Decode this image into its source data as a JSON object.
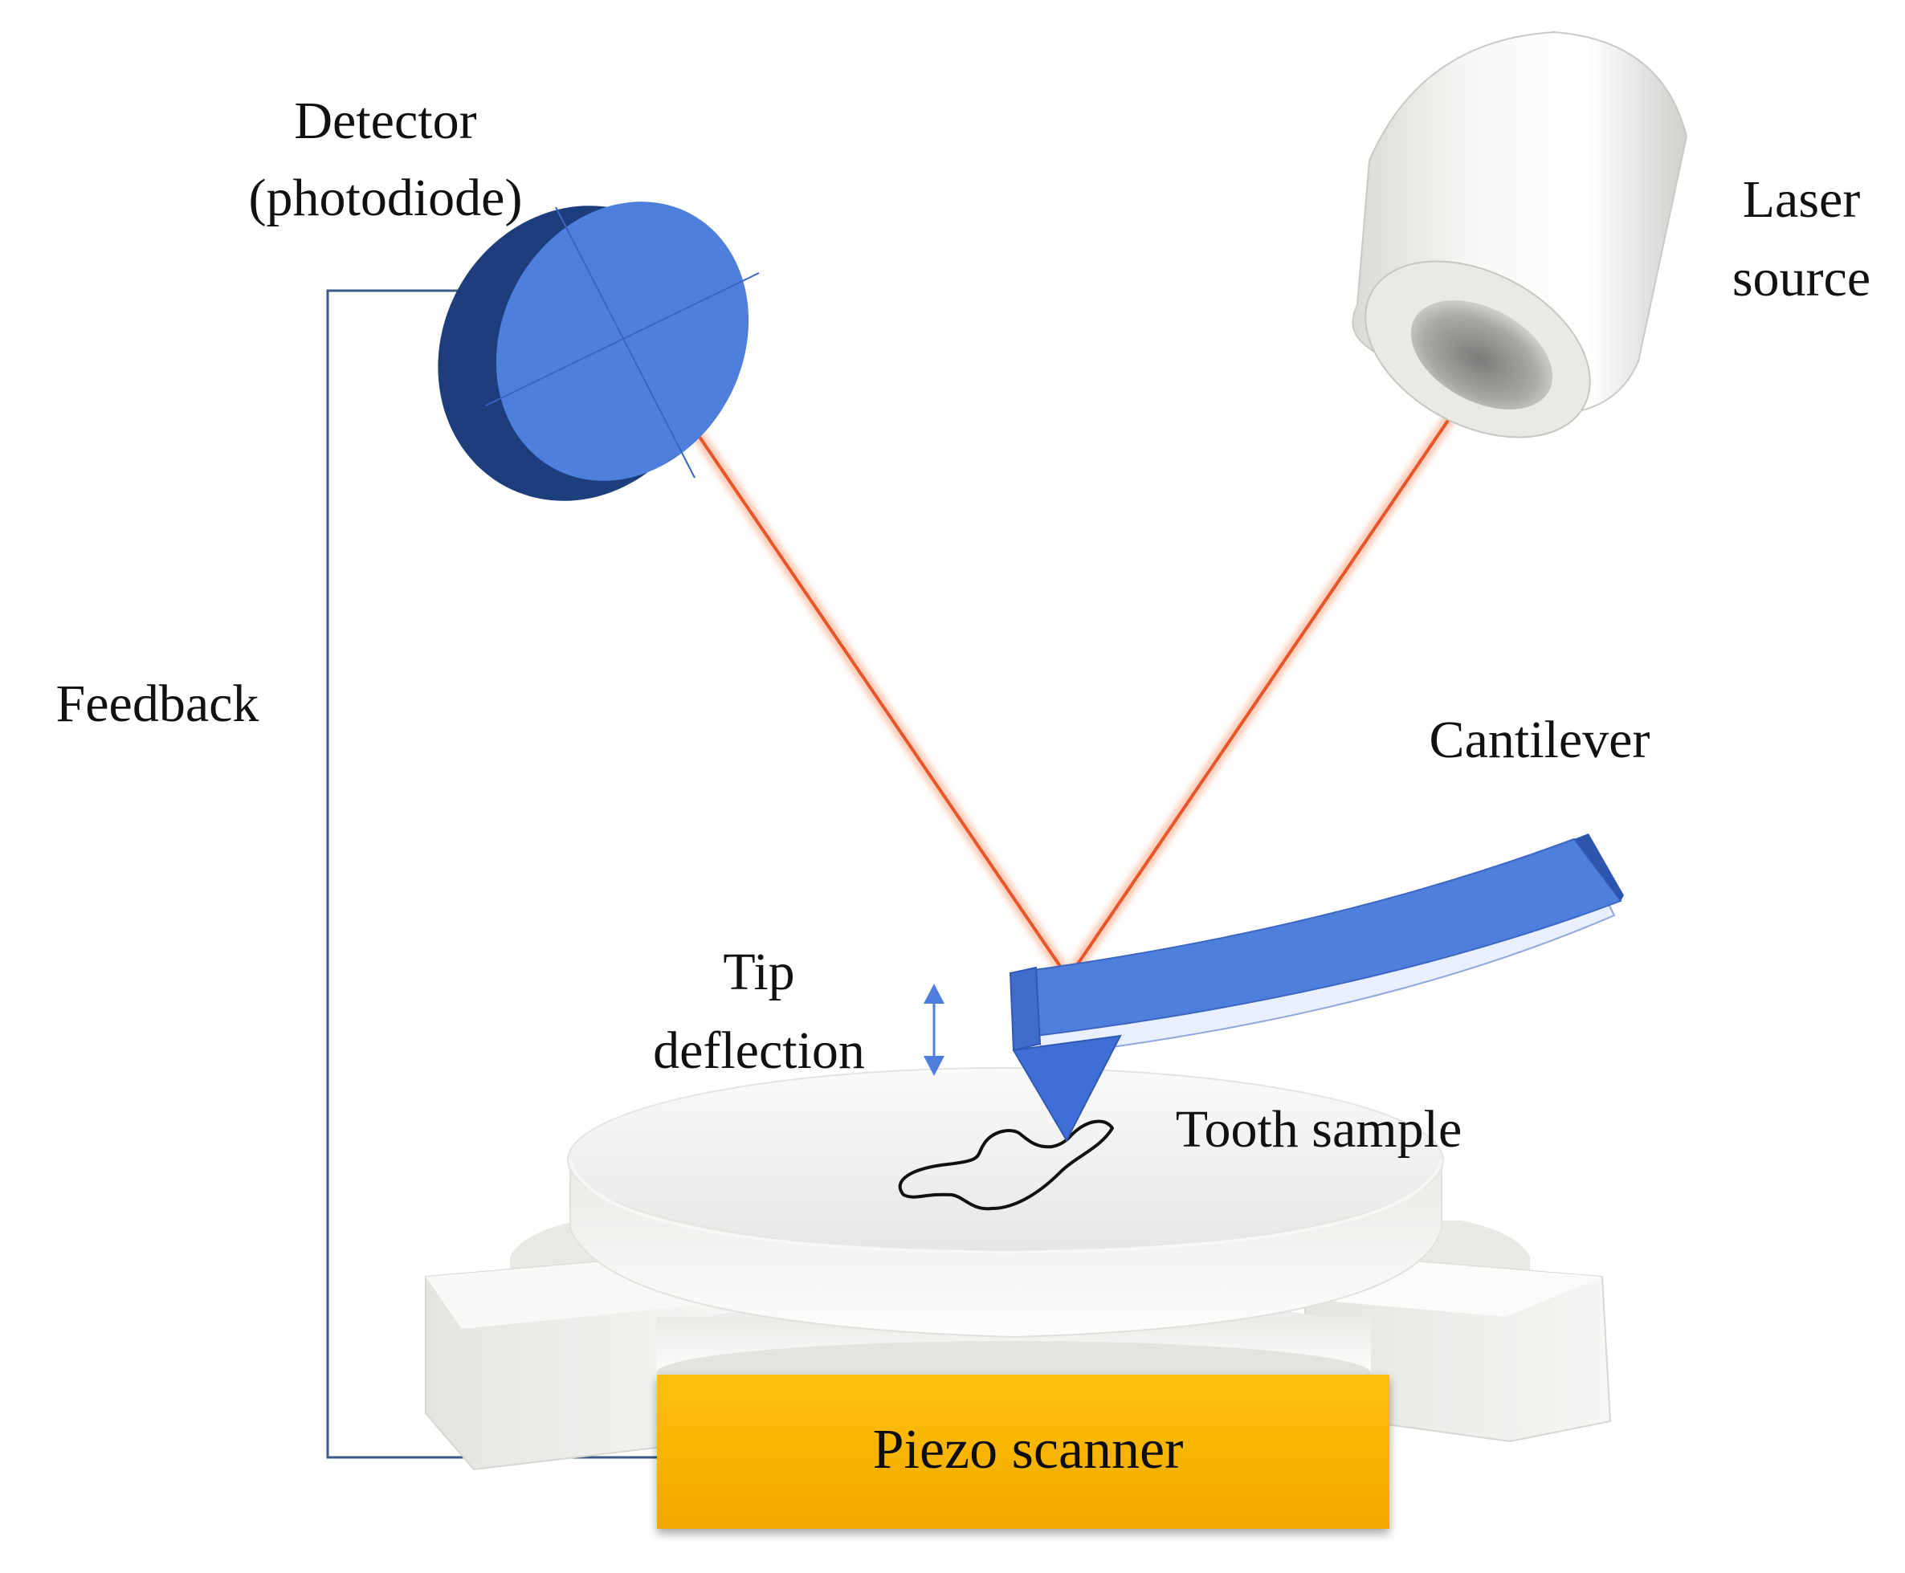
{
  "diagram": {
    "labels": {
      "detector_line1": "Detector",
      "detector_line2": "(photodiode)",
      "laser_line1": "Laser",
      "laser_line2": "source",
      "feedback": "Feedback",
      "cantilever": "Cantilever",
      "tip_line1": "Tip",
      "tip_line2": "deflection",
      "tooth_sample": "Tooth sample",
      "piezo": "Piezo scanner"
    },
    "components": [
      "detector-photodiode",
      "laser-source",
      "laser-beam",
      "cantilever",
      "tip",
      "tooth-sample",
      "sample-stage",
      "piezo-scanner",
      "feedback-loop"
    ],
    "colors": {
      "detector": "#4f7fdc",
      "detector_dark": "#1d3d7c",
      "cantilever": "#4f7fdc",
      "laser_beam": "#e8552a",
      "piezo": "#f5b700",
      "stage": "#efefec",
      "feedback_line": "#3b5b86"
    }
  }
}
